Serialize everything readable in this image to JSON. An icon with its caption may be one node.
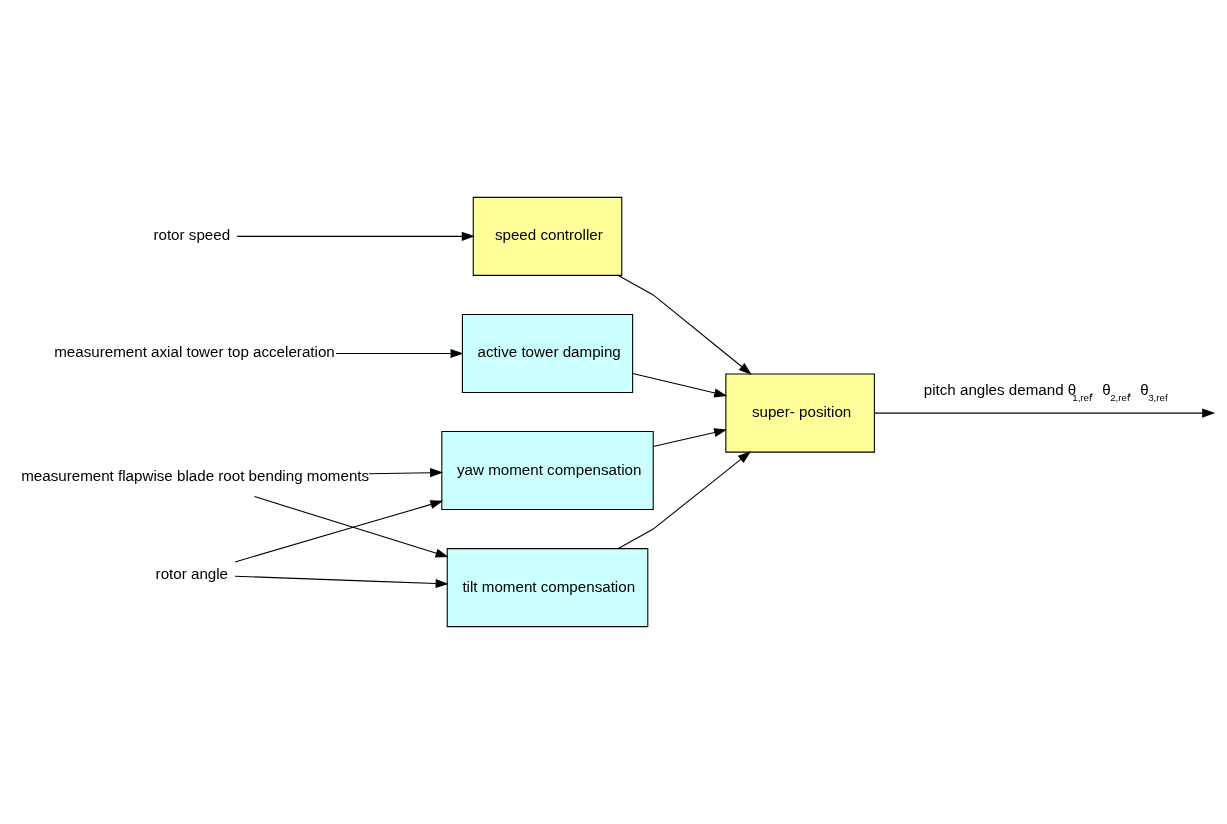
{
  "diagram": {
    "nodes": [
      {
        "text": [
          "speed controller"
        ]
      },
      {
        "text": [
          "active tower damping"
        ]
      },
      {
        "text": [
          "yaw moment compensation"
        ]
      },
      {
        "text": [
          "tilt moment compensation"
        ]
      },
      {
        "text": [
          "super- position"
        ]
      },
      {
        "text": [
          "rotor speed"
        ]
      },
      {
        "text": [
          "measurement axial tower top acceleration"
        ]
      },
      {
        "text": [
          "measurement flapwise blade root bending moments"
        ]
      },
      {
        "text": [
          "rotor angle"
        ]
      }
    ],
    "edges": [
      {
        "from": 5,
        "to": 0,
        "arrow": "to"
      },
      {
        "from": 6,
        "to": 1,
        "arrow": "to"
      },
      {
        "from": 7,
        "to": 2,
        "arrow": "to"
      },
      {
        "from": 7,
        "to": 3,
        "arrow": "to"
      },
      {
        "from": 8,
        "to": 2,
        "arrow": "to"
      },
      {
        "from": 8,
        "to": 3,
        "arrow": "to"
      },
      {
        "from": 0,
        "to": 4,
        "arrow": "to"
      },
      {
        "from": 1,
        "to": 4,
        "arrow": "to"
      },
      {
        "from": 2,
        "to": 4,
        "arrow": "to"
      },
      {
        "from": 3,
        "to": 4,
        "arrow": "to"
      },
      {
        "from": 4,
        "to": null,
        "arrow": "to",
        "label": "pitch angles demand θ$_{1,ref}$,  θ$_{2,ref}$,  θ$_{3,ref}$"
      }
    ]
  }
}
